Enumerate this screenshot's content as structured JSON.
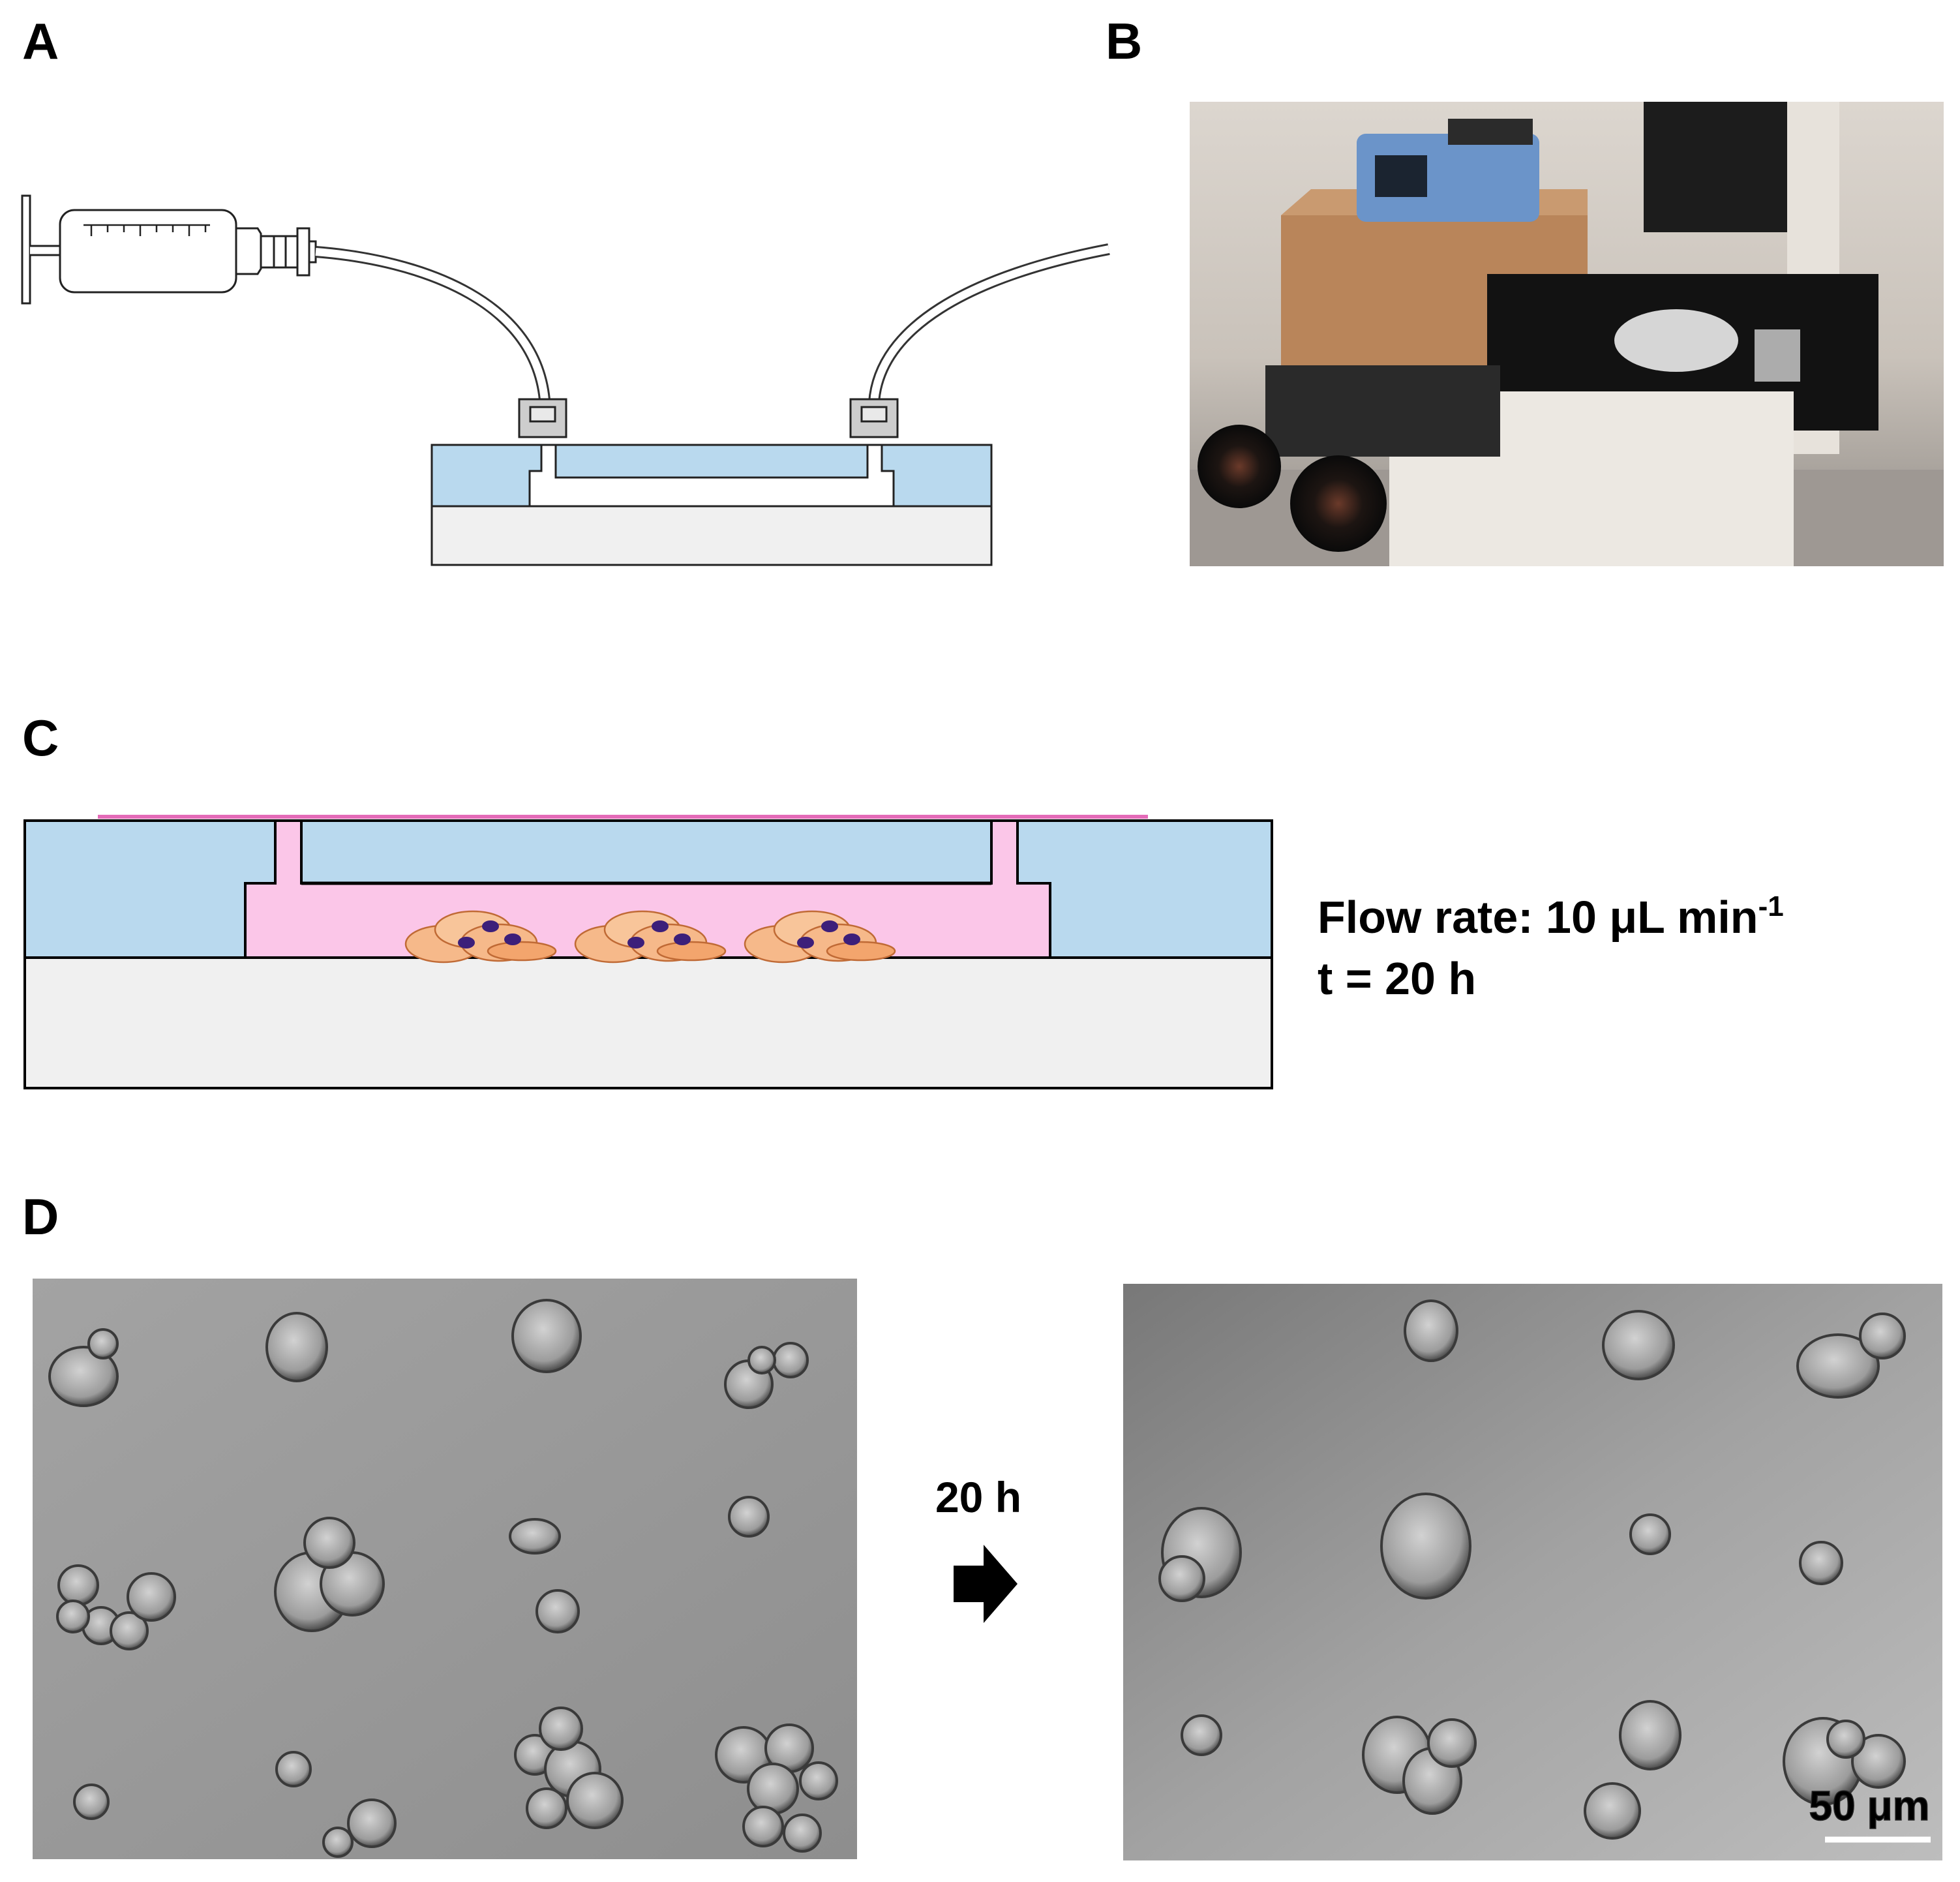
{
  "panels": {
    "a": {
      "label": "A"
    },
    "b": {
      "label": "B"
    },
    "c": {
      "label": "C",
      "flow_text": "Flow rate: 10 μL min",
      "flow_exp": "-1",
      "time_text": "t = 20 h"
    },
    "d": {
      "label": "D",
      "arrow_text": "20 h",
      "scale_bar_text": "50 μm"
    }
  },
  "colors": {
    "pdms_blue": "#b9d9ee",
    "glass_gray": "#f0f0f0",
    "medium_pink": "#fbc6e8",
    "cell_orange": "#f6b98a",
    "nucleus_purple": "#3c1f7a",
    "micrograph_gray": "#9a9a9a"
  }
}
